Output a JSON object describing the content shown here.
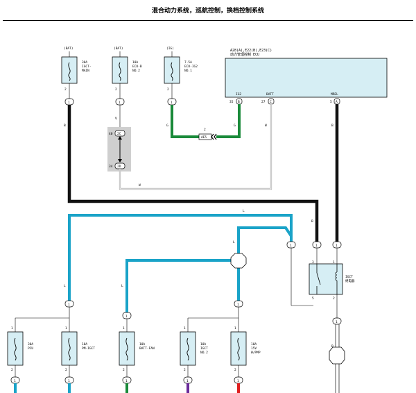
{
  "header": {
    "title": "混合动力系统，巡航控制，换档控制系统"
  },
  "ecu": {
    "connectors": "A28(A),E22(B),E23(C)",
    "name": "动力管理控制 ECU",
    "pins": [
      {
        "num": "35",
        "conn": "B",
        "name": "IG2"
      },
      {
        "num": "27",
        "conn": "C",
        "name": "BATT"
      },
      {
        "num": "5",
        "conn": "A",
        "name": "MREL"
      }
    ]
  },
  "top_fuses": [
    {
      "source": "(BAT)",
      "rating": "30A",
      "name1": "IGCT-",
      "name2": "MAIN",
      "pin_bottom": "2",
      "pin_top": ""
    },
    {
      "source": "(BAT)",
      "rating": "10A",
      "name1": "ECU-B",
      "name2": "NO.2",
      "pin_bottom": "2",
      "pin_top": ""
    },
    {
      "source": "(IG)",
      "rating": "7.5A",
      "name1": "ECU-IG2",
      "name2": "NO.1",
      "pin_bottom": "2",
      "pin_top": ""
    }
  ],
  "top_connectors": [
    {
      "label": "1"
    },
    {
      "label": "1"
    },
    {
      "label": "1"
    }
  ],
  "wire_colors": {
    "w1": "B",
    "w2": "V",
    "w3": "G",
    "w4": "G",
    "w5": "W",
    "w6": "W",
    "w7": "B",
    "w8": "B",
    "w9": "L",
    "w10": "L",
    "w11": "L",
    "w12": "L",
    "w13": "B"
  },
  "inline_connector": {
    "num": "2",
    "id": "AE5"
  },
  "junction": {
    "top_pin": "40",
    "top_id": "2C",
    "bottom_pin": "34",
    "bottom_id": "2D"
  },
  "relay": {
    "name1": "IGCT",
    "name2": "继电器",
    "pins": {
      "p3": "3",
      "p1": "1",
      "p5": "5",
      "p2": "2"
    }
  },
  "relay_connectors": [
    {
      "label": "1"
    },
    {
      "label": "1"
    },
    {
      "label": "1"
    },
    {
      "label": "1"
    }
  ],
  "bottom_fuses": [
    {
      "rating": "30A",
      "name1": "PCU",
      "name2": "",
      "pin_top": "1",
      "pin_bottom": "2"
    },
    {
      "rating": "10A",
      "name1": "PM-IGCT",
      "name2": "",
      "pin_top": "1",
      "pin_bottom": "2"
    },
    {
      "rating": "10A",
      "name1": "BATT-FAN",
      "name2": "",
      "pin_top": "1",
      "pin_bottom": "2"
    },
    {
      "rating": "10A",
      "name1": "IGCT",
      "name2": "NO.2",
      "pin_top": "1",
      "pin_bottom": "2"
    },
    {
      "rating": "10A",
      "name1": "15V",
      "name2": "W/PMP",
      "pin_top": "1",
      "pin_bottom": "2"
    }
  ],
  "colors": {
    "black_wire": "#111111",
    "blue_wire": "#1aa3c8",
    "green_wire": "#1a8a3a",
    "white_wire": "#9a9a9a",
    "fuse_fill": "#d6eef4",
    "ecu_fill": "#d6eef4",
    "junction_fill": "#cfcfcf",
    "purple_wire": "#6a2a9a",
    "red_wire": "#e02020"
  }
}
